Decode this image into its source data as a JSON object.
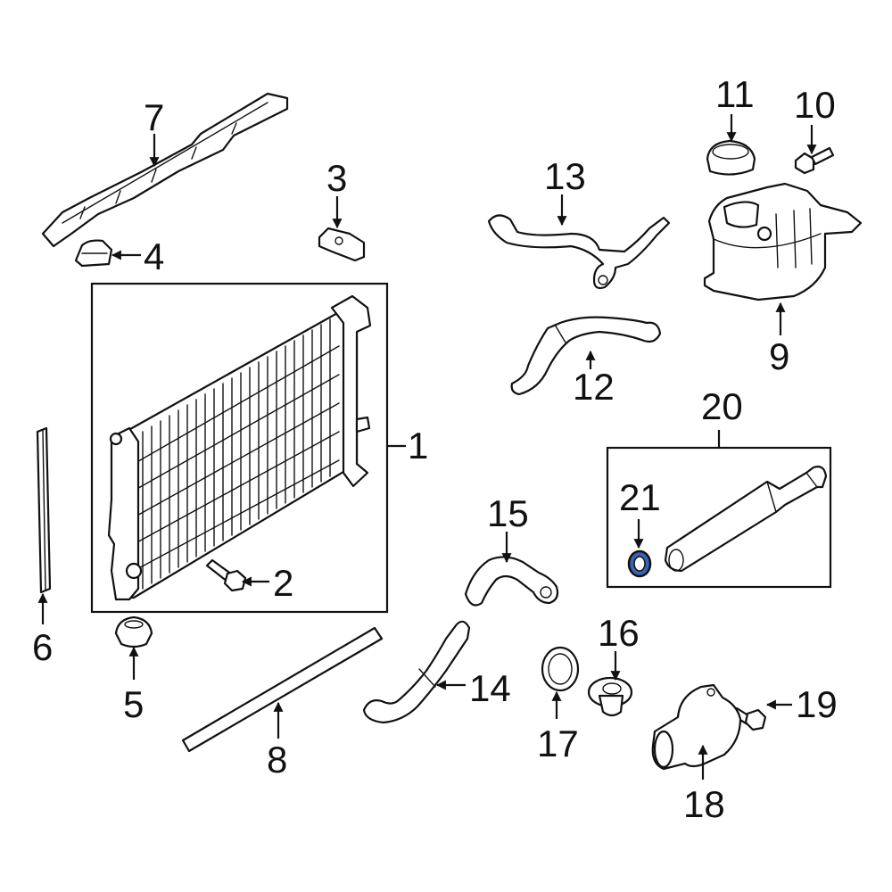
{
  "diagram": {
    "highlight_color": "#3a63b8",
    "callouts": [
      {
        "id": "1",
        "label": "1"
      },
      {
        "id": "2",
        "label": "2"
      },
      {
        "id": "3",
        "label": "3"
      },
      {
        "id": "4",
        "label": "4"
      },
      {
        "id": "5",
        "label": "5"
      },
      {
        "id": "6",
        "label": "6"
      },
      {
        "id": "7",
        "label": "7"
      },
      {
        "id": "8",
        "label": "8"
      },
      {
        "id": "9",
        "label": "9"
      },
      {
        "id": "10",
        "label": "10"
      },
      {
        "id": "11",
        "label": "11"
      },
      {
        "id": "12",
        "label": "12"
      },
      {
        "id": "13",
        "label": "13"
      },
      {
        "id": "14",
        "label": "14"
      },
      {
        "id": "15",
        "label": "15"
      },
      {
        "id": "16",
        "label": "16"
      },
      {
        "id": "17",
        "label": "17"
      },
      {
        "id": "18",
        "label": "18"
      },
      {
        "id": "19",
        "label": "19"
      },
      {
        "id": "20",
        "label": "20"
      },
      {
        "id": "21",
        "label": "21"
      }
    ]
  }
}
